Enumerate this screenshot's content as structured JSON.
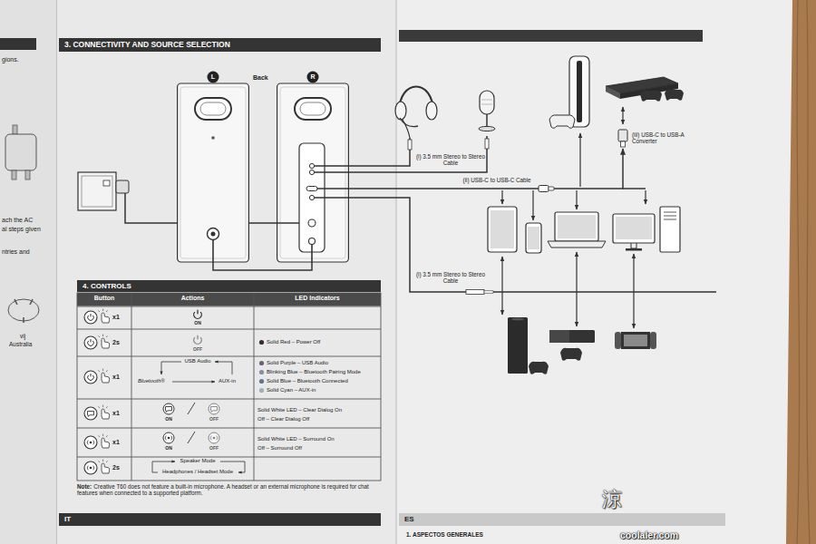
{
  "diagram": {
    "nodes": [
      {
        "text": [
          "3. CONNECTIVITY AND SOURCE SELECTION"
        ]
      },
      {
        "text": [
          "L"
        ]
      },
      {
        "text": [
          "R"
        ]
      },
      {
        "text": [
          "(iii) USB-C to USB-A Converter"
        ]
      },
      {
        "text": [
          "4. CONTROLS"
        ]
      },
      {
        "text": [
          "IT"
        ]
      },
      {
        "text": [
          "ES"
        ]
      }
    ],
    "edges": [
      {
        "from": 1,
        "to": 2,
        "arrow": "none"
      },
      {
        "from": 2,
        "to": 3,
        "label": "(ii) USB-C to USB-C Cable",
        "arrow": "to"
      }
    ],
    "labels": [
      "gions.",
      "ach the AC",
      "al steps given",
      "ntries and",
      "vij",
      "Australia",
      "Back",
      "(i) 3.5 mm Stereo to Stereo Cable",
      "(i) 3.5 mm Stereo to Stereo Cable",
      "Button",
      "Actions",
      "LED Indicators",
      "x1",
      "ON",
      "2s",
      "OFF",
      "Solid Red – Power Off",
      "x1",
      "USB Audio",
      "Bluetooth®",
      "AUX-in",
      "Solid Purple – USB Audio",
      "Blinking Blue – Bluetooth Pairing Mode",
      "Solid Blue – Bluetooth Connected",
      "Solid Cyan – AUX-in",
      "x1",
      "ON",
      "OFF",
      "Solid White LED – Clear Dialog On",
      "Off – Clear Dialog Off",
      "x1",
      "ON",
      "OFF",
      "Solid White LED – Surround On",
      "Off – Surround Off",
      "2s",
      "Speaker Mode",
      "Headphones / Headset Mode",
      "Note:",
      "Creative T60 does not feature a built-in microphone. A headset or an external microphone is required for chat features when connected to a supported platform.",
      "1. ASPECTOS GENERALES",
      "涼",
      "coolaler.com"
    ]
  }
}
